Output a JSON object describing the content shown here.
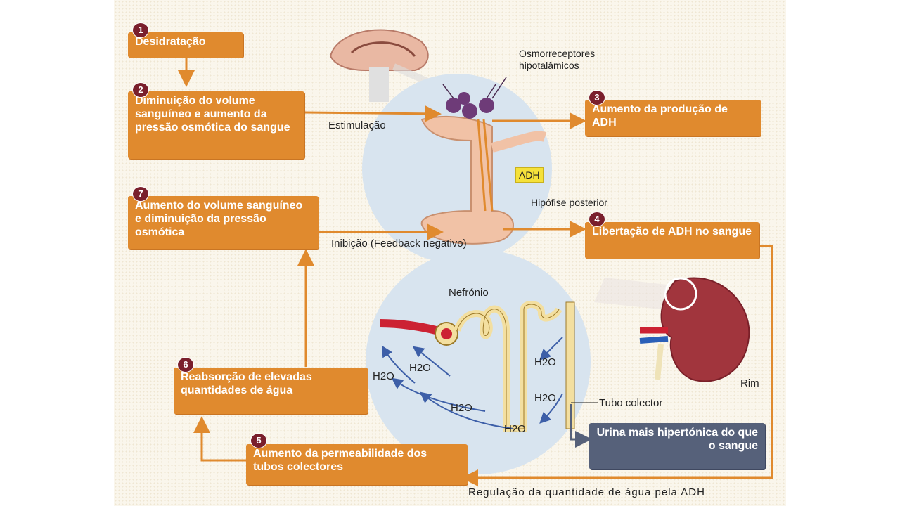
{
  "steps": [
    {
      "num": "1",
      "text": "Desidratação"
    },
    {
      "num": "2",
      "text": "Diminuição do volume sanguíneo e aumento da pressão osmótica do sangue"
    },
    {
      "num": "3",
      "text": "Aumento da produção de ADH"
    },
    {
      "num": "4",
      "text": "Libertação de ADH no sangue"
    },
    {
      "num": "5",
      "text": "Aumento da permeabilidade dos tubos colectores"
    },
    {
      "num": "6",
      "text": "Reabsorção de elevadas quantidades de água"
    },
    {
      "num": "7",
      "text": "Aumento do volume sanguíneo e diminuição da pressão osmótica"
    }
  ],
  "urine_box": "Urina mais hipertónica do que o sangue",
  "labels": {
    "osmo": "Osmorreceptores hipotalâmicos",
    "estimulacao": "Estimulação",
    "adh": "ADH",
    "hipofise": "Hipófise posterior",
    "inibicao": "Inibição (Feedback negativo)",
    "nefronio": "Nefrónio",
    "tubo": "Tubo colector",
    "rim": "Rim",
    "h2o": "H2O"
  },
  "caption": "Regulação da quantidade de água pela ADH"
}
